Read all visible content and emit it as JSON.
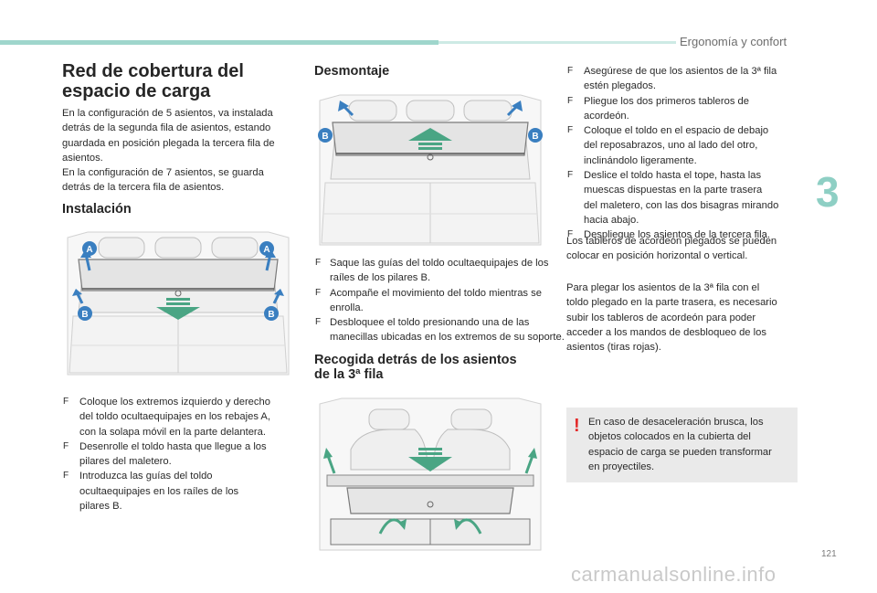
{
  "header": {
    "section_title": "Ergonomía y confort",
    "chapter_number": "3",
    "page_number": "121",
    "watermark": "carmanualsonline.info"
  },
  "left": {
    "title_line1": "Red de cobertura del",
    "title_line2": "espacio de carga",
    "intro": [
      "En la configuración de 5 asientos, va instalada",
      "detrás de la segunda fila de asientos, estando",
      "guardada en posición plegada la tercera fila de",
      "asientos.",
      "En la configuración de 7 asientos, se guarda",
      "detrás de la tercera fila de asientos."
    ],
    "installation_heading": "Instalación",
    "installation_steps": [
      [
        "Coloque los extremos izquierdo y derecho",
        "del toldo ocultaequipajes en los rebajes A,",
        "con la solapa móvil en la parte delantera."
      ],
      [
        "Desenrolle el toldo hasta que llegue a los",
        "pilares del maletero."
      ],
      [
        "Introduzca las guías del toldo",
        "ocultaequipajes en los raíles de los",
        "pilares B."
      ]
    ],
    "label_a": "A",
    "label_b": "B"
  },
  "middle": {
    "removal_heading": "Desmontaje",
    "removal_steps": [
      [
        "Saque las guías del toldo ocultaequipajes de los",
        "raíles de los pilares B."
      ],
      [
        "Acompañe el movimiento del toldo mientras se",
        "enrolla."
      ],
      [
        "Desbloquee el toldo presionando una de las",
        "manecillas ubicadas en los extremos de su soporte."
      ]
    ],
    "storage_heading_line1": "Recogida detrás de los asientos",
    "storage_heading_line2": "de la 3ª fila"
  },
  "right": {
    "steps": [
      [
        "Asegúrese de que los asientos de la 3ª fila",
        "estén plegados."
      ],
      [
        "Pliegue los dos primeros tableros de",
        "acordeón."
      ],
      [
        "Coloque el toldo en el espacio de debajo",
        "del reposabrazos, uno al lado del otro,",
        "inclinándolo ligeramente."
      ],
      [
        "Deslice el toldo hasta el tope, hasta las",
        "muescas dispuestas en la parte trasera",
        "del maletero, con las dos bisagras mirando",
        "hacia abajo."
      ],
      [
        "Despliegue los asientos de la tercera fila."
      ]
    ],
    "after_steps": [
      "Los tableros de acordeón plegados se pueden",
      "colocar en posición horizontal o vertical."
    ],
    "fold_note": [
      "Para plegar los asientos de la 3ª fila con el",
      "toldo plegado en la parte trasera, es necesario",
      "subir los tableros de acordeón para poder",
      "acceder a los mandos de desbloqueo de los",
      "asientos (tiras rojas)."
    ],
    "warning_mark": "!",
    "warning": [
      "En caso de desaceleración brusca, los",
      "objetos colocados en la cubierta del",
      "espacio de carga se pueden transformar",
      "en proyectiles."
    ]
  },
  "bullet_glyph": "F",
  "colors": {
    "accent_teal": "#8ecfc4",
    "label_blue": "#3a7fc0",
    "arrow_green": "#4aa584",
    "warning_red": "#e32a2a",
    "warning_bg": "#eaeaea"
  }
}
